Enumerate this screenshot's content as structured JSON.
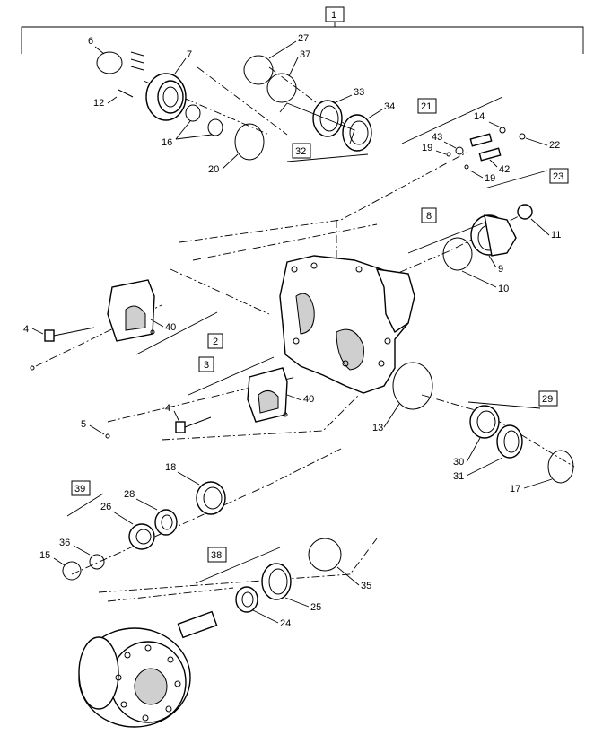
{
  "diagram": {
    "assembly_box": "1",
    "boxed_groups": [
      "21",
      "23",
      "32",
      "8",
      "2",
      "3",
      "29",
      "39",
      "38"
    ],
    "callouts": [
      "6",
      "7",
      "12",
      "16",
      "20",
      "27",
      "37",
      "33",
      "34",
      "14",
      "43",
      "19",
      "22",
      "42",
      "19",
      "11",
      "9",
      "10",
      "4",
      "40",
      "5",
      "4",
      "40",
      "13",
      "30",
      "31",
      "17",
      "18",
      "26",
      "28",
      "15",
      "36",
      "35",
      "25",
      "24"
    ]
  }
}
